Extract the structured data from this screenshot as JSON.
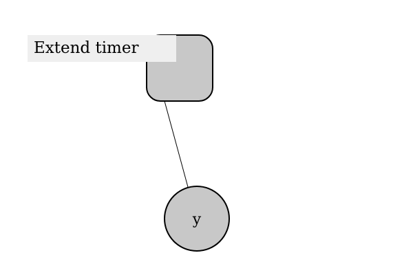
{
  "diagram": {
    "nodes": [
      {
        "id": "timer-node",
        "shape": "rounded-square",
        "label": ""
      },
      {
        "id": "y-node",
        "shape": "circle",
        "label": "y"
      }
    ],
    "edges": [
      {
        "from": "timer-node",
        "to": "y-node"
      }
    ],
    "colors": {
      "node_fill": "#c8c8c8",
      "stroke": "#000000",
      "tooltip_bg": "#efefef"
    }
  },
  "tooltip": {
    "text": "Extend timer"
  }
}
